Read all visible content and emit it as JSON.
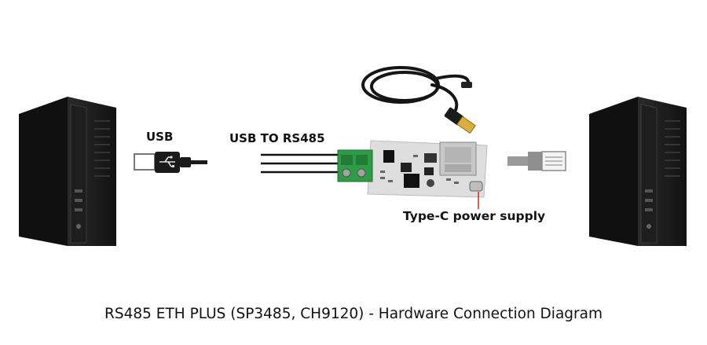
{
  "labels": {
    "usb": "USB",
    "usb_to_rs485": "USB TO RS485",
    "power": "Type-C power supply"
  },
  "caption": "RS485 ETH PLUS (SP3485, CH9120) - Hardware Connection Diagram",
  "icons": {
    "left_pc": "desktop-tower-icon",
    "right_pc": "desktop-tower-icon",
    "usb_plug": "usb-plug-icon",
    "cable": "usb-c-cable-icon",
    "board": "rs485-eth-board-icon",
    "ethernet": "rj45-plug-icon"
  },
  "colors": {
    "tower": "#1b1b1b",
    "terminal": "#2e9b46",
    "board": "#dcdcdc",
    "pointer": "#e02020"
  }
}
